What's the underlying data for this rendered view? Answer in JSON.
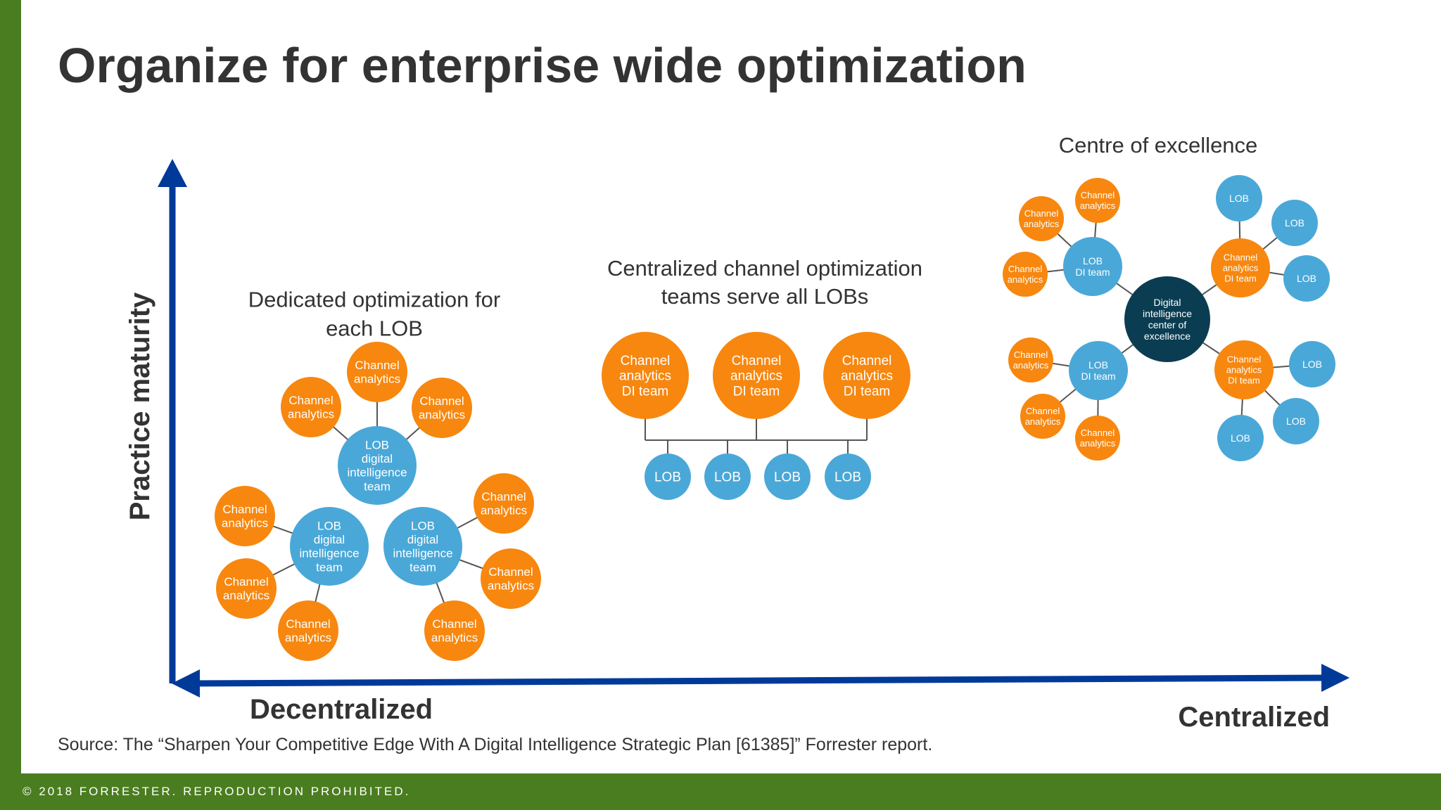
{
  "title": "Organize for enterprise wide optimization",
  "source": "Source: The “Sharpen Your Competitive Edge With A Digital Intelligence Strategic Plan [61385]” Forrester report.",
  "copyright": "© 2018 FORRESTER. REPRODUCTION PROHIBITED.",
  "axes": {
    "y_label": "Practice maturity",
    "x_left_label": "Decentralized",
    "x_right_label": "Centralized"
  },
  "colors": {
    "brand_green": "#4a7d1f",
    "axis_blue": "#003a99",
    "orange": "#f7870f",
    "light_blue": "#4aa8d8",
    "dark_navy": "#0a3d52",
    "text": "#333333"
  },
  "sections": {
    "decentralized": {
      "heading": [
        "Dedicated optimization for",
        "each LOB"
      ],
      "hub_label": [
        "LOB",
        "digital",
        "intelligence",
        "team"
      ],
      "spoke_label": [
        "Channel",
        "analytics"
      ]
    },
    "centralized_channel": {
      "heading": [
        "Centralized channel optimization",
        "teams serve all LOBs"
      ],
      "team_label": [
        "Channel",
        "analytics",
        "DI team"
      ],
      "lob_label": "LOB"
    },
    "coe": {
      "heading": "Centre of excellence",
      "center_label": [
        "Digital",
        "intelligence",
        "center of",
        "excellence"
      ],
      "lob_di_label": [
        "LOB",
        "DI team"
      ],
      "channel_di_label": [
        "Channel",
        "analytics",
        "DI team"
      ],
      "channel_label": [
        "Channel",
        "analytics"
      ],
      "lob_label": "LOB"
    }
  }
}
